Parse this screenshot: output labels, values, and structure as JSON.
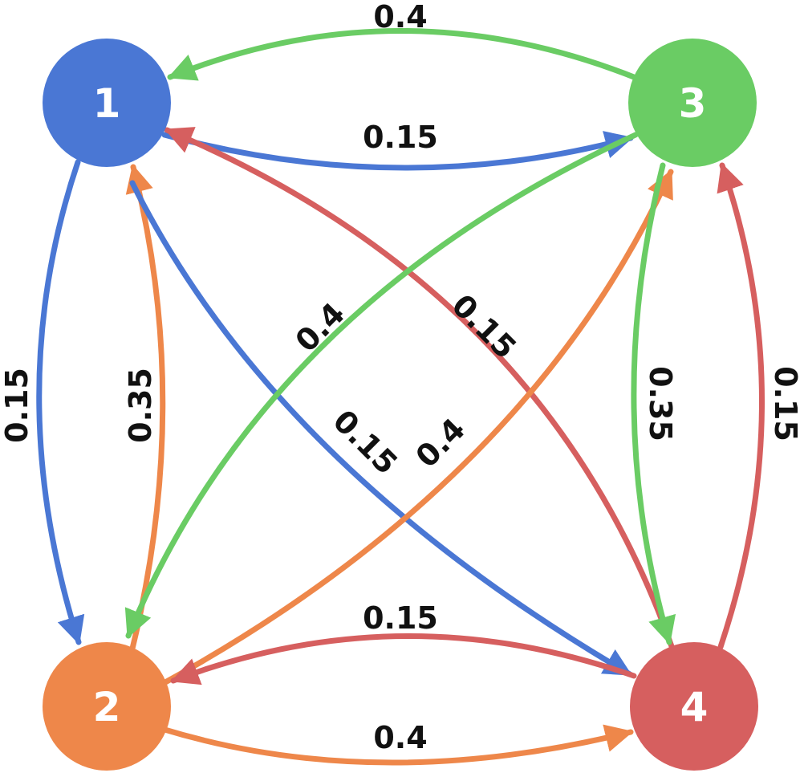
{
  "colors": {
    "node1": "#4a77d4",
    "node2": "#ee874a",
    "node3": "#6acc64",
    "node4": "#d65f5f",
    "text": "#111111"
  },
  "nodes": [
    {
      "id": "1",
      "label": "1",
      "color": "#4a77d4"
    },
    {
      "id": "2",
      "label": "2",
      "color": "#ee874a"
    },
    {
      "id": "3",
      "label": "3",
      "color": "#6acc64"
    },
    {
      "id": "4",
      "label": "4",
      "color": "#d65f5f"
    }
  ],
  "edges": [
    {
      "from": "3",
      "to": "1",
      "label": "0.4"
    },
    {
      "from": "1",
      "to": "3",
      "label": "0.15"
    },
    {
      "from": "1",
      "to": "2",
      "label": "0.15"
    },
    {
      "from": "2",
      "to": "1",
      "label": "0.35"
    },
    {
      "from": "1",
      "to": "4",
      "label": "0.15"
    },
    {
      "from": "4",
      "to": "1",
      "label": "0.15"
    },
    {
      "from": "3",
      "to": "2",
      "label": "0.4"
    },
    {
      "from": "2",
      "to": "3",
      "label": "0.4"
    },
    {
      "from": "3",
      "to": "4",
      "label": "0.35"
    },
    {
      "from": "4",
      "to": "3",
      "label": "0.15"
    },
    {
      "from": "4",
      "to": "2",
      "label": "0.15"
    },
    {
      "from": "2",
      "to": "4",
      "label": "0.4"
    }
  ]
}
